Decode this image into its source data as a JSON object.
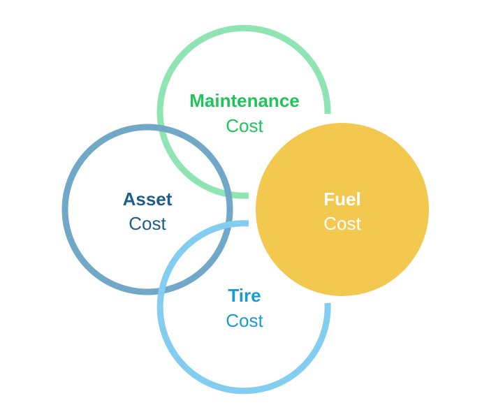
{
  "diagram": {
    "maintenance": {
      "title": "Maintenance",
      "subtitle": "Cost",
      "color": "#1fc45a",
      "ring_color": "#8fe4b3"
    },
    "asset": {
      "title": "Asset",
      "subtitle": "Cost",
      "color": "#1d5f8a",
      "ring_color": "#71a8c8"
    },
    "fuel": {
      "title": "Fuel",
      "subtitle": "Cost",
      "color": "#ffffff",
      "fill_color": "#f3c84e"
    },
    "tire": {
      "title": "Tire",
      "subtitle": "Cost",
      "color": "#1a9ad6",
      "ring_color": "#83cdf0"
    }
  }
}
